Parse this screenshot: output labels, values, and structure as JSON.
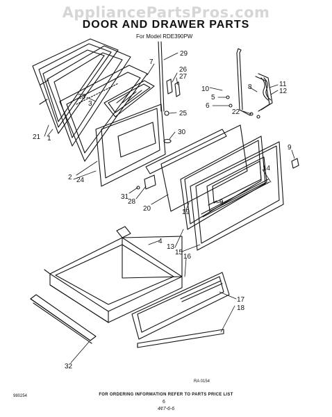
{
  "watermark": "AppliancePartsPros.com",
  "title": "DOOR AND DRAWER PARTS",
  "subtitle": "For Model RDE390PW",
  "diagram_code": "RA 0154",
  "footer_note": "FOR ORDERING INFORMATION REFER TO PARTS PRICE LIST",
  "part_number_code": "980254",
  "page_number": "6",
  "handwritten_note": "4¢7-6-6",
  "callouts": [
    "29",
    "7",
    "26",
    "27",
    "25",
    "30",
    "23",
    "3",
    "1",
    "21",
    "2",
    "24",
    "31",
    "28",
    "20",
    "10",
    "5",
    "6",
    "8",
    "11",
    "12",
    "22",
    "9",
    "14",
    "19",
    "9",
    "13",
    "15",
    "4",
    "16",
    "17",
    "18",
    "32"
  ]
}
